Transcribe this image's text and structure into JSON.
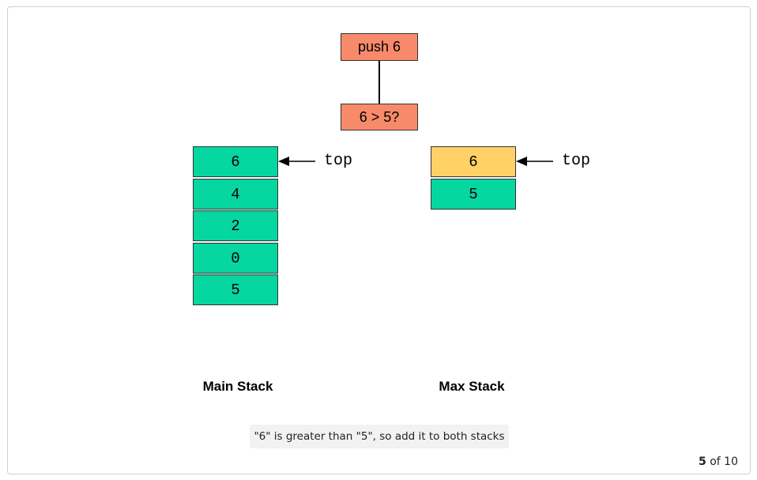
{
  "operation": {
    "label": "push 6",
    "comparison": "6 > 5?"
  },
  "main_stack": {
    "title": "Main Stack",
    "top_label": "top",
    "items": [
      "6",
      "4",
      "2",
      "0",
      "5"
    ]
  },
  "max_stack": {
    "title": "Max Stack",
    "top_label": "top",
    "items": [
      "6",
      "5"
    ]
  },
  "caption": "\"6\" is greater than \"5\", so add it to both stacks",
  "pager": {
    "current": "5",
    "separator": "of",
    "total": "10"
  },
  "colors": {
    "operation": "#f78a6a",
    "cell": "#06d6a0",
    "highlight": "#ffd166"
  }
}
